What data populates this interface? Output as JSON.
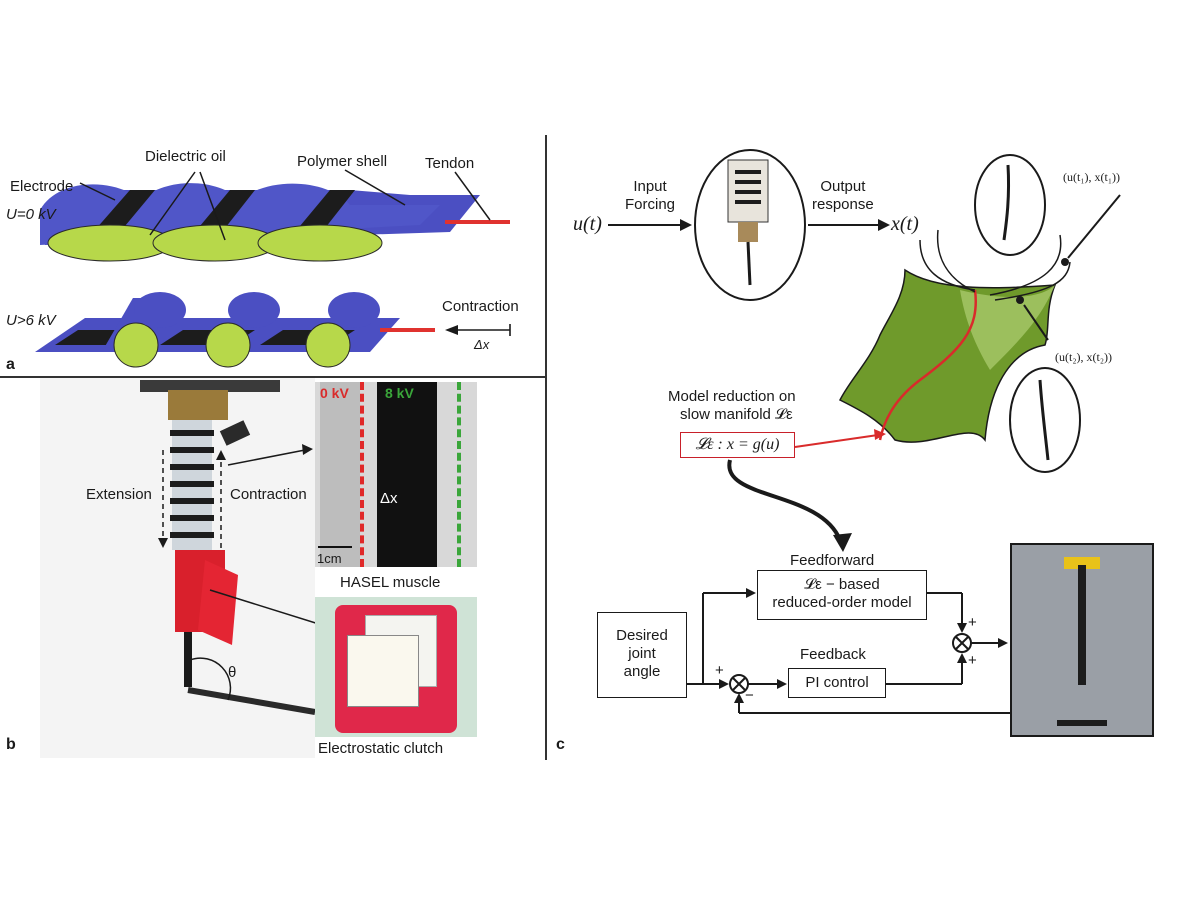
{
  "panel_a": {
    "letter": "a",
    "label_electrode": "Electrode",
    "label_dielectric_oil": "Dielectric oil",
    "label_polymer_shell": "Polymer shell",
    "label_tendon": "Tendon",
    "label_u0": "U=0 kV",
    "label_u6": "U>6 kV",
    "label_contraction": "Contraction",
    "label_dx": "Δx"
  },
  "panel_b": {
    "letter": "b",
    "label_extension": "Extension",
    "label_contraction": "Contraction",
    "label_theta": "θ",
    "label_0kv": "0 kV",
    "label_8kv": "8 kV",
    "label_dx": "Δx",
    "label_scale": "1cm",
    "caption_muscle": "HASEL muscle",
    "caption_clutch": "Electrostatic clutch"
  },
  "panel_c": {
    "letter": "c",
    "label_input": "Input\nForcing",
    "label_output": "Output\nresponse",
    "label_ut": "u(t)",
    "label_xt": "x(t)",
    "label_pt1": "(u(t₁), x(t₁))",
    "label_pt2": "(u(t₂), x(t₂))",
    "label_model_reduction": "Model reduction on",
    "label_slow_manifold": "slow manifold 𝓛ε",
    "equation_box": "𝓛ε : x = g(u)",
    "label_feedforward": "Feedforward",
    "ff_box_line1": "𝓛ε − based",
    "ff_box_line2": "reduced-order model",
    "label_feedback": "Feedback",
    "pi_box": "PI control",
    "desired_line1": "Desired",
    "desired_line2": "joint",
    "desired_line3": "angle",
    "plus_sign": "+",
    "minus_sign": "−"
  },
  "colors": {
    "electrode_black": "#1c1c1c",
    "shell_blue": "#4b4fc2",
    "oil_green": "#b7d84a",
    "tendon_red": "#e0322f",
    "manifold_green": "#6f9a2b",
    "red_label": "#d92b2b",
    "green_label": "#3aa63a"
  }
}
